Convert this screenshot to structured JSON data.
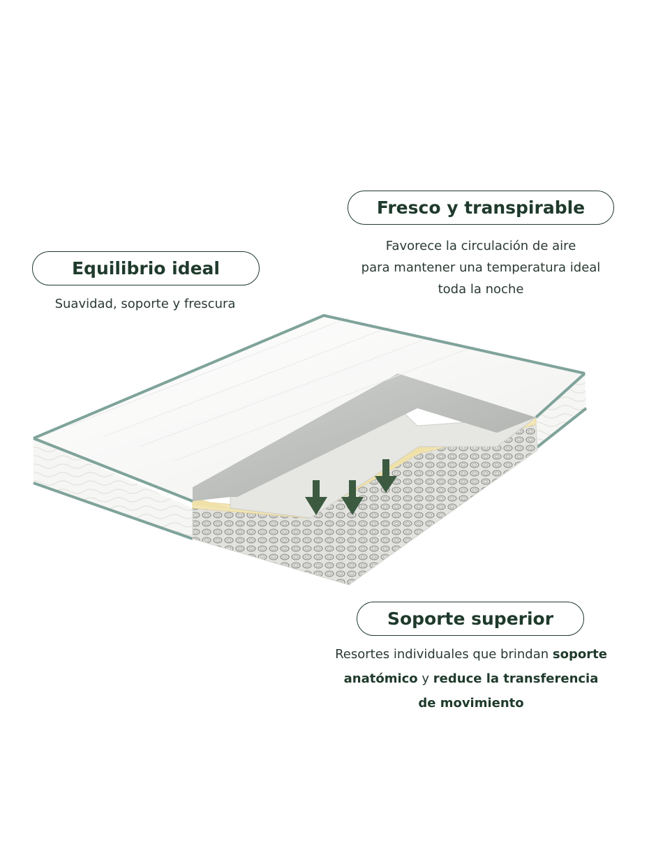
{
  "features": {
    "equilibrio": {
      "title": "Equilibrio ideal",
      "lines": [
        "Suavidad, soporte y frescura"
      ]
    },
    "fresco": {
      "title": "Fresco y transpirable",
      "lines": [
        "Favorece la circulación de aire",
        "para mantener una temperatura ideal",
        "toda la noche"
      ]
    },
    "soporte": {
      "title": "Soporte superior",
      "line1_regular": "Resortes individuales que brindan ",
      "line1_bold": "soporte",
      "line2_bold_a": "anatómico",
      "line2_regular": " y ",
      "line2_bold_b": "reduce la transferencia",
      "line3_bold": "de movimiento"
    }
  },
  "colors": {
    "brand_green": "#1f3a2c",
    "border_teal": "#7fa39a",
    "memory_foam": "#f3e6b8",
    "gray_foam": "#bdbdbd"
  },
  "illustration": "mattress-cutaway"
}
